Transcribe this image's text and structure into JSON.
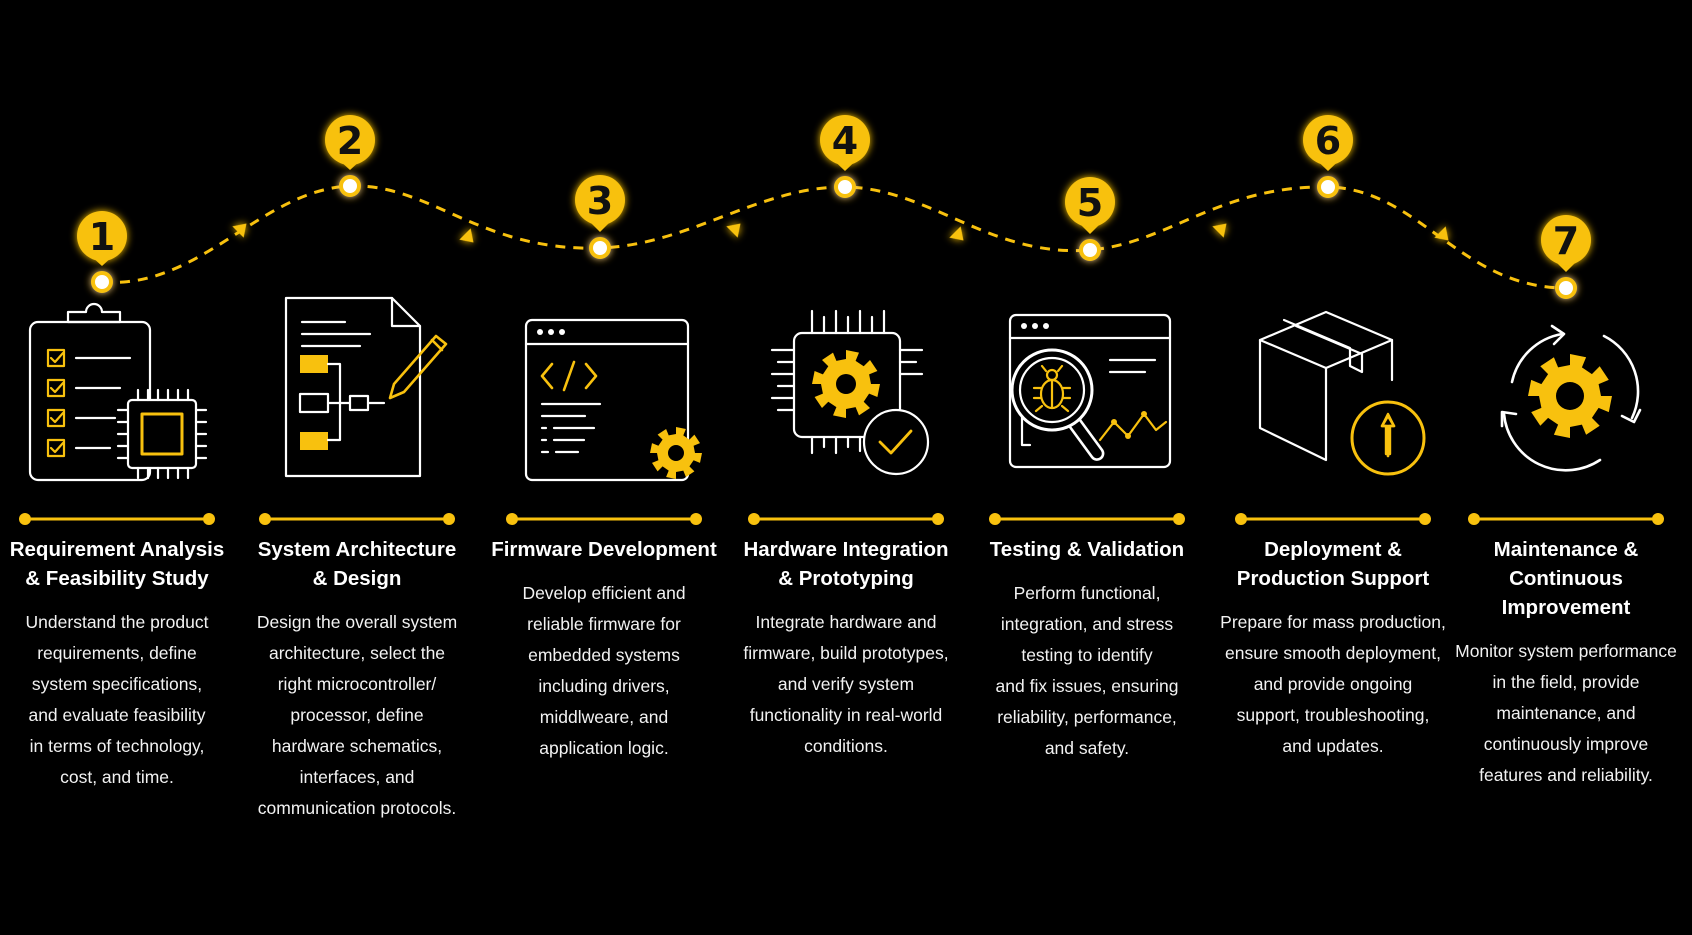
{
  "accent_color": "#F8C10E",
  "line_color": "#FFFFFF",
  "steps": [
    {
      "number": "1",
      "title": "Requirement Analysis\n& Feasibility Study",
      "description": "Understand the product\nrequirements, define\nsystem specifications,\nand evaluate feasibility\nin terms of technology,\ncost, and time.",
      "icon": "clipboard-chip-icon"
    },
    {
      "number": "2",
      "title": "System Architecture\n& Design",
      "description": "Design the overall system\narchitecture, select the\nright microcontroller/\nprocessor, define\nhardware schematics,\ninterfaces, and\ncommunication protocols.",
      "icon": "blueprint-pencil-icon"
    },
    {
      "number": "3",
      "title": "Firmware Development",
      "description": "Develop efficient and\nreliable firmware for\nembedded systems\nincluding drivers,\nmiddlweare, and\napplication logic.",
      "icon": "code-window-gear-icon"
    },
    {
      "number": "4",
      "title": "Hardware Integration\n& Prototyping",
      "description": "Integrate hardware and\nfirmware, build prototypes,\nand verify system\nfunctionality in real-world\nconditions.",
      "icon": "chip-gear-check-icon"
    },
    {
      "number": "5",
      "title": "Testing & Validation",
      "description": "Perform functional,\nintegration, and stress\ntesting to identify\nand fix issues, ensuring\nreliability, performance,\nand safety.",
      "icon": "bug-magnifier-icon"
    },
    {
      "number": "6",
      "title": "Deployment &\nProduction Support",
      "description": "Prepare for mass production,\nensure smooth deployment,\nand provide ongoing\nsupport, troubleshooting,\nand updates.",
      "icon": "box-upload-icon"
    },
    {
      "number": "7",
      "title": "Maintenance &\nContinuous Improvement",
      "description": "Monitor system performance\nin the field, provide\nmaintenance, and\ncontinuously improve\nfeatures and reliability.",
      "icon": "cycle-gear-icon"
    }
  ]
}
